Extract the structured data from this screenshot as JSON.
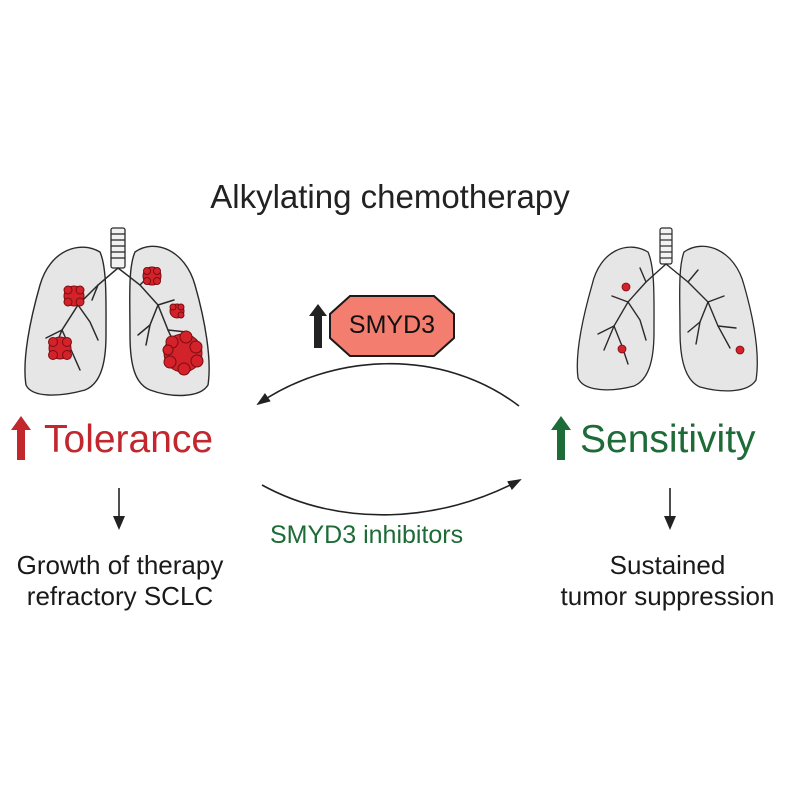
{
  "title": "Alkylating chemotherapy",
  "smyd3": {
    "label": "SMYD3",
    "fill": "#f37e70"
  },
  "tolerance": {
    "label": "Tolerance",
    "color": "#c1272d"
  },
  "sensitivity": {
    "label": "Sensitivity",
    "color": "#1d6b36"
  },
  "inhibitors": {
    "label": "SMYD3 inhibitors"
  },
  "outcome_left": [
    "Growth of therapy",
    "refractory SCLC"
  ],
  "outcome_right": [
    "Sustained",
    "tumor suppression"
  ],
  "icons": {
    "left_lungs": "lungs-with-large-tumors-icon",
    "right_lungs": "lungs-with-small-tumors-icon",
    "up_arrow": "up-arrow-icon",
    "down_arrow": "down-arrow-icon"
  },
  "colors": {
    "tumor": "#d3222a",
    "lung_fill": "#e6e6e6",
    "outline": "#2a2a2a"
  }
}
